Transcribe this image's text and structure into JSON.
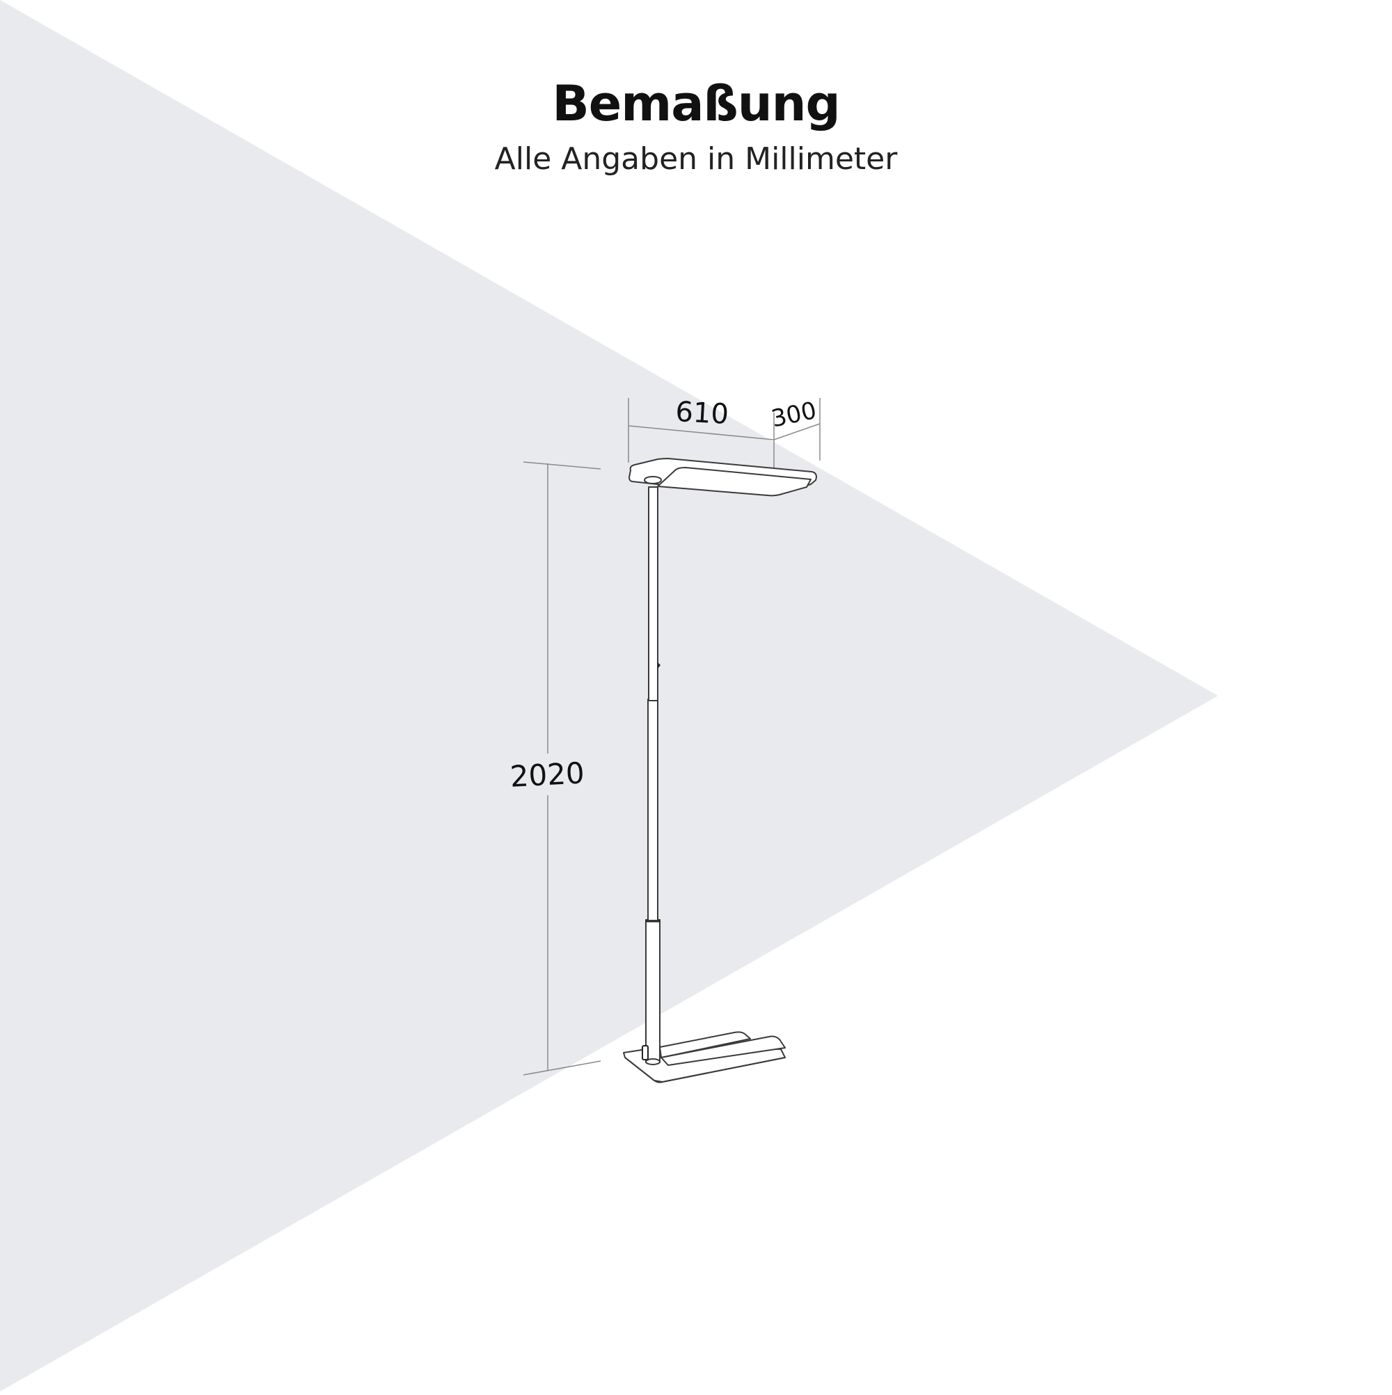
{
  "header": {
    "title": "Bemaßung",
    "subtitle": "Alle Angaben in Millimeter"
  },
  "colors": {
    "background": "#ffffff",
    "triangle": "#e9eaee",
    "line": "#3a3a3a",
    "dimension_line": "#8a8a8a",
    "text": "#111111"
  },
  "drawing": {
    "subject": "floor-lamp",
    "dimensions": {
      "width": {
        "label": "610",
        "unit": "mm"
      },
      "depth": {
        "label": "300",
        "unit": "mm"
      },
      "height": {
        "label": "2020",
        "unit": "mm"
      }
    }
  }
}
